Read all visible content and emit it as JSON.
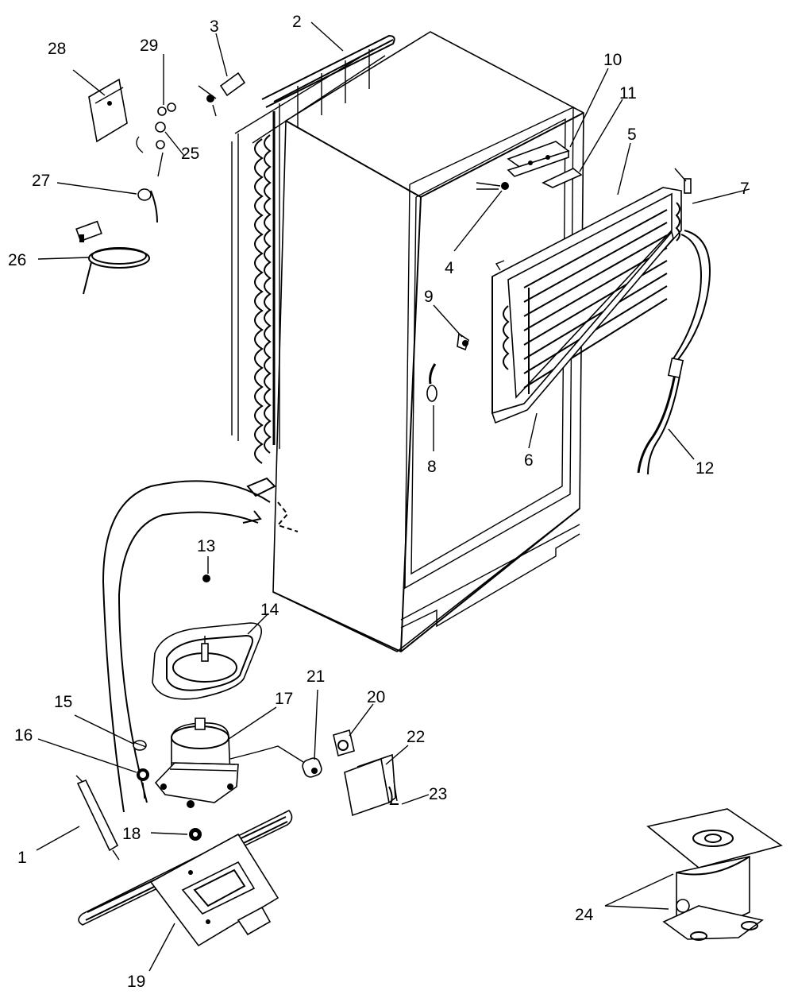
{
  "diagram": {
    "callouts": [
      "1",
      "2",
      "3",
      "4",
      "5",
      "6",
      "7",
      "8",
      "9",
      "10",
      "11",
      "12",
      "13",
      "14",
      "15",
      "16",
      "17",
      "18",
      "19",
      "20",
      "21",
      "22",
      "23",
      "24",
      "25",
      "26",
      "27",
      "28",
      "29"
    ],
    "parts": {
      "cabinet": "refrigerator-cabinet",
      "condenser_coil": "back-condenser",
      "evaporator": "freezer-evaporator",
      "compressor": "compressor",
      "drain_pan": "drain-pan",
      "base_rail": "base-rail",
      "relay": "start-relay",
      "overload": "overload-protector",
      "capacitor": "capacitor",
      "power_cord": "power-cord",
      "alt_compressor": "alternate-compressor"
    }
  }
}
